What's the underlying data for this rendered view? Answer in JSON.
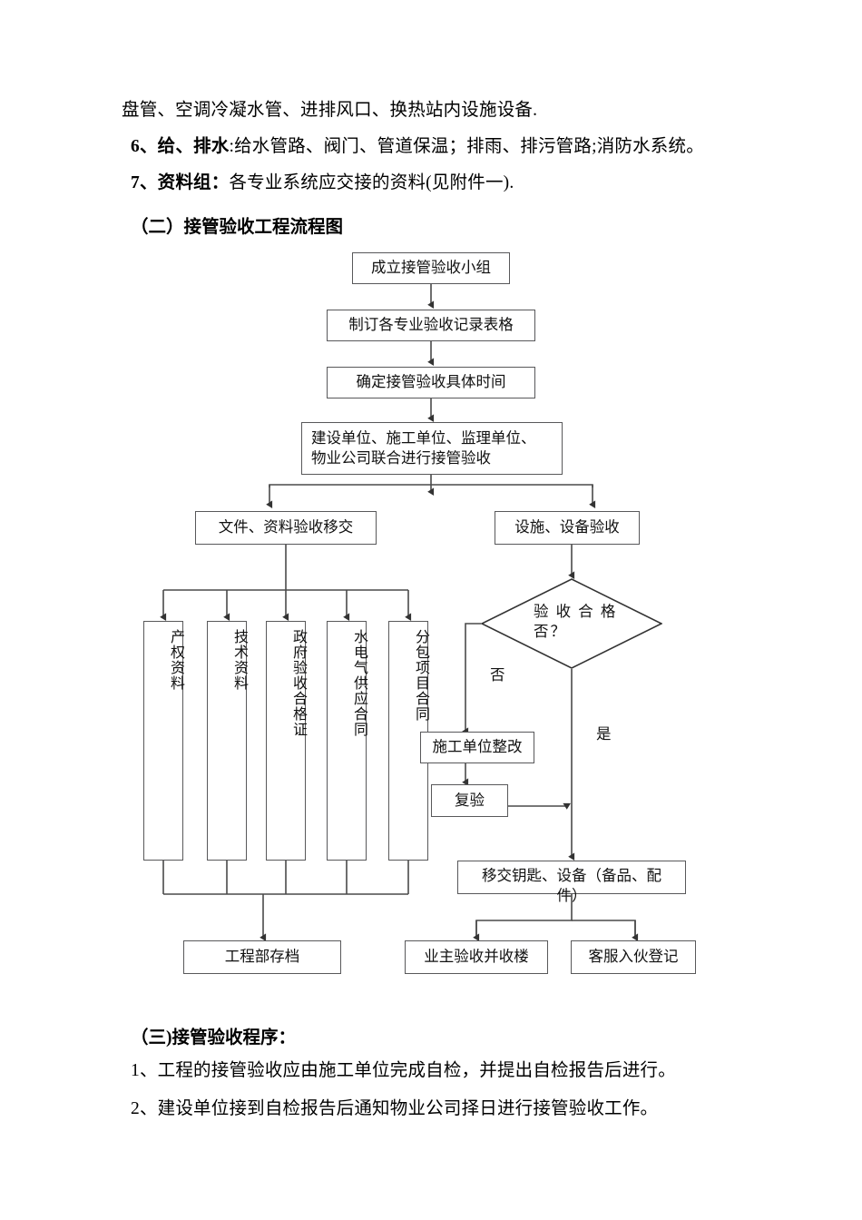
{
  "document": {
    "paragraphs": [
      {
        "id": "p-line1",
        "text": "盘管、空调冷凝水管、进排风口、换热站内设施设备."
      },
      {
        "id": "p-line2-label",
        "text": "6、给、排水:",
        "rest": "给水管路、阀门、管道保温；排雨、排污管路;消防水系统。"
      },
      {
        "id": "p-line3-label",
        "text": "7、资料组：",
        "rest": "各专业系统应交接的资料(见附件一)."
      }
    ],
    "line1": "盘管、空调冷凝水管、进排风口、换热站内设施设备.",
    "line2_bold": "6、给、排水",
    "line2_rest": ":给水管路、阀门、管道保温；排雨、排污管路;消防水系统。",
    "line3_bold": "7、资料组：",
    "line3_rest": "各专业系统应交接的资料(见附件一).",
    "heading_flowchart": "（二）接管验收工程流程图",
    "heading_procedure": "（三)接管验收程序：",
    "procedure_items": [
      "1、工程的接管验收应由施工单位完成自检，并提出自检报告后进行。",
      "2、建设单位接到自检报告后通知物业公司择日进行接管验收工作。"
    ]
  },
  "flowchart": {
    "nodes": {
      "n1": "成立接管验收小组",
      "n2": "制订各专业验收记录表格",
      "n3": "确定接管验收具体时间",
      "n4_line1": "建设单位、施工单位、监理单位、",
      "n4_line2": "物业公司联合进行接管验收",
      "n5_left": "文件、资料验收移交",
      "n5_right": "设施、设备验收",
      "doc1": "产权资料",
      "doc2": "技术资料",
      "doc3": "政府验收合格证",
      "doc4": "水电气供应合同",
      "doc5": "分包项目合同",
      "decision": "验 收 合 格\n否？",
      "rectify": "施工单位整改",
      "recheck": "复验",
      "handover_line1": "移交钥匙、设备（备品、配",
      "handover_line2": "件）",
      "archive": "工程部存档",
      "owner_accept": "业主验收并收楼",
      "customer_register": "客服入伙登记"
    },
    "edge_labels": {
      "no": "否",
      "yes": "是"
    },
    "colors": {
      "border": "#58585a",
      "line": "#404040",
      "text": "#111111",
      "background": "#ffffff"
    }
  }
}
